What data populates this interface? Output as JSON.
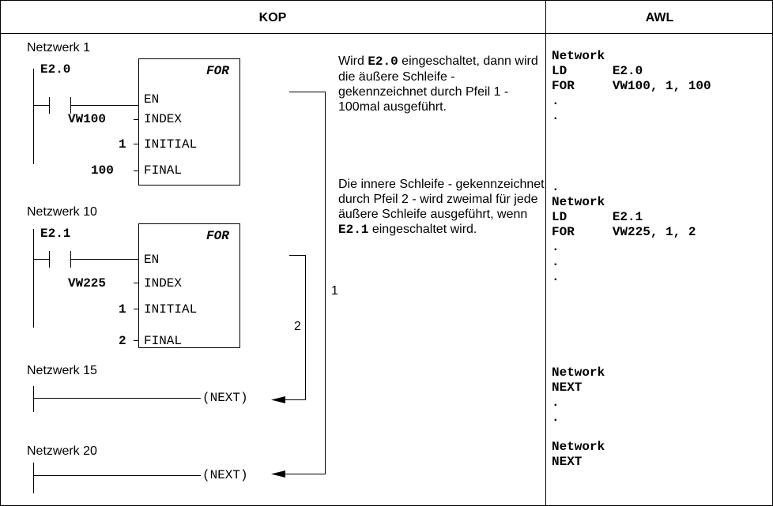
{
  "headers": {
    "left": "KOP",
    "right": "AWL"
  },
  "kop": {
    "networks": [
      {
        "label": "Netzwerk 1",
        "contact": "E2.0",
        "box": "FOR",
        "pins": [
          "EN",
          "INDEX",
          "INITIAL",
          "FINAL"
        ],
        "inputs": {
          "index": "VW100",
          "initial": "1",
          "final": "100"
        }
      },
      {
        "label": "Netzwerk 10",
        "contact": "E2.1",
        "box": "FOR",
        "pins": [
          "EN",
          "INDEX",
          "INITIAL",
          "FINAL"
        ],
        "inputs": {
          "index": "VW225",
          "initial": "1",
          "final": "2"
        }
      },
      {
        "label": "Netzwerk 15",
        "coil": "(NEXT)"
      },
      {
        "label": "Netzwerk 20",
        "coil": "(NEXT)"
      }
    ],
    "arrow_labels": {
      "outer": "1",
      "inner": "2"
    }
  },
  "description": {
    "p1": {
      "a": "Wird ",
      "code": "E2.0",
      "b": " eingeschaltet, dann wird die äußere Schleife - gekennzeichnet durch Pfeil 1 - 100mal ausgeführt."
    },
    "p2": {
      "a": "Die innere Schleife - gekennzeichnet durch Pfeil 2 - wird zweimal für jede äußere Schleife ausgeführt, wenn ",
      "code": "E2.1",
      "b": " eingeschaltet wird."
    }
  },
  "awl": {
    "block1": [
      "Network",
      "LD      E2.0",
      "FOR     VW100, 1, 100",
      ".",
      "."
    ],
    "block2": [
      ".",
      "Network",
      "LD      E2.1",
      "FOR     VW225, 1, 2",
      ".",
      ".",
      "."
    ],
    "block3": [
      "Network",
      "NEXT",
      ".",
      "."
    ],
    "block4": [
      "Network",
      "NEXT"
    ]
  }
}
